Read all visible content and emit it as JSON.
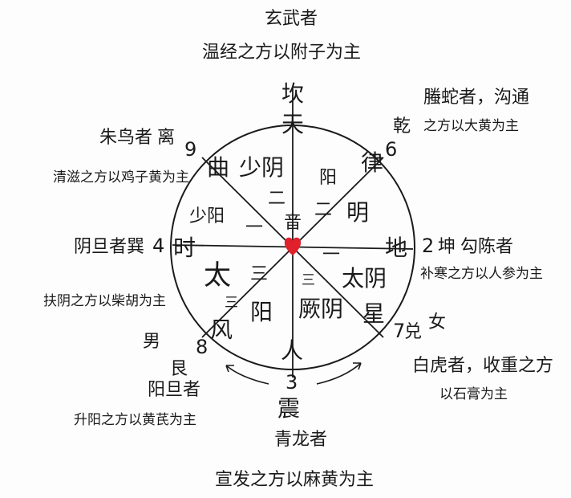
{
  "top": {
    "label": "玄武者",
    "text": "温经之方以附子为主"
  },
  "top_right": {
    "number": "6",
    "trigram": "乾",
    "label": "螣蛇者，沟通",
    "text": "之方以大黄为主"
  },
  "right": {
    "number": "2",
    "trigram": "坤",
    "label": "勾陈者",
    "text": "补寒之方以人参为主"
  },
  "bottom_right": {
    "number": "7",
    "trigram": "兑",
    "gender": "女",
    "label": "白虎者，收重之方",
    "text": "以石膏为主"
  },
  "bottom": {
    "number": "3",
    "trigram": "震",
    "label": "青龙者",
    "text": "宣发之方以麻黄为主"
  },
  "bottom_left": {
    "number": "8",
    "trigram": "艮",
    "gender": "男",
    "label": "阳旦者",
    "text": "升阳之方以黄芪为主"
  },
  "left": {
    "number": "4",
    "trigram": "巽",
    "label": "阴旦者",
    "text": "扶阴之方以柴胡为主"
  },
  "top_left": {
    "number": "9",
    "trigram": "离",
    "label": "朱鸟者",
    "text": "清滋之方以鸡子黄为主"
  },
  "wheel": {
    "spoke_top": "坎",
    "spoke_top_right": "律",
    "spoke_right": "地",
    "spoke_bottom_right": "星",
    "spoke_bottom": "人",
    "spoke_bottom_left": "风",
    "spoke_left": "时",
    "spoke_top_left": "曲",
    "spoke_top_inner": "天",
    "sector_1": "少阴",
    "sector_2": "少阳",
    "sector_3": "二",
    "sector_4": "一",
    "sector_5": "阳",
    "sector_6": "明",
    "sector_7": "二",
    "sector_8": "一",
    "sector_9": "太阴",
    "sector_10": "三",
    "sector_11": "厥阴",
    "sector_12": "三",
    "sector_13": "阳",
    "sector_14": "太",
    "sector_15": "三",
    "center": "音"
  },
  "colors": {
    "ink": "#1a1a1a",
    "heart": "#e0202a"
  }
}
